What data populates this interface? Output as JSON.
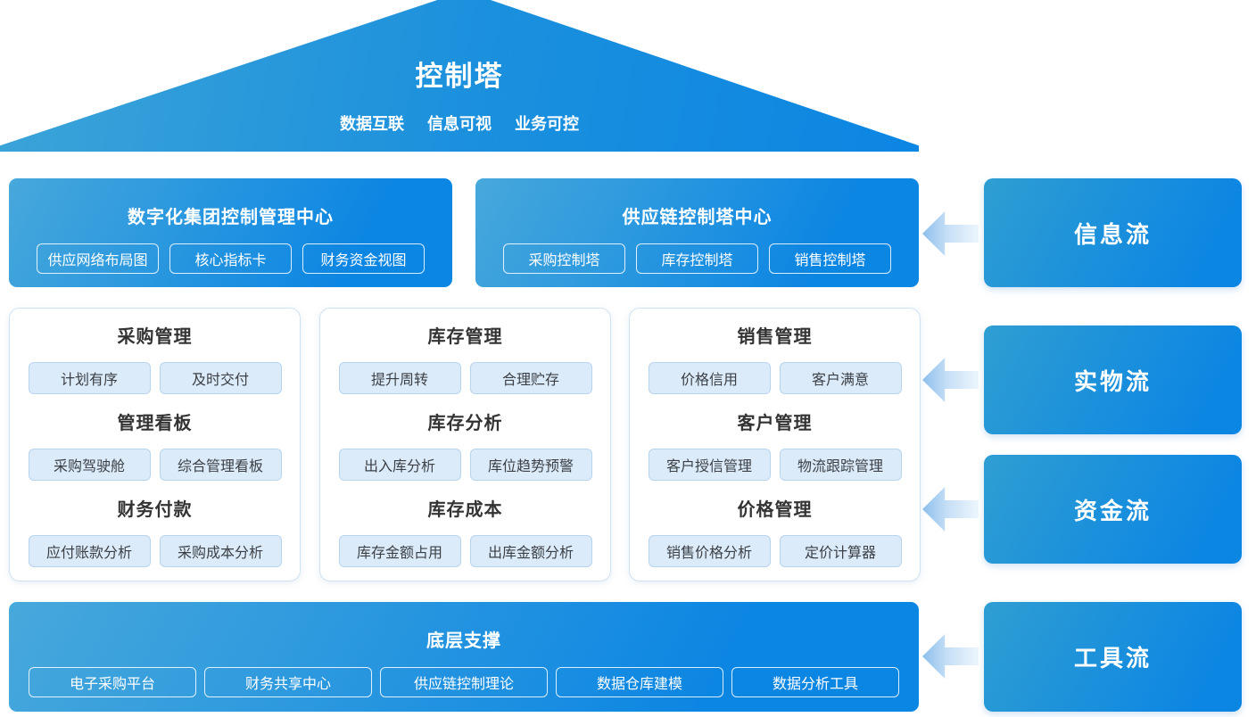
{
  "roof": {
    "title": "控制塔",
    "subtitle_items": [
      "数据互联",
      "信息可视",
      "业务可控"
    ]
  },
  "control_centers": [
    {
      "title": "数字化集团控制管理中心",
      "buttons": [
        "供应网络布局图",
        "核心指标卡",
        "财务资金视图"
      ]
    },
    {
      "title": "供应链控制塔中心",
      "buttons": [
        "采购控制塔",
        "库存控制塔",
        "销售控制塔"
      ]
    }
  ],
  "management_cards": [
    {
      "sections": [
        {
          "title": "采购管理",
          "items": [
            "计划有序",
            "及时交付"
          ]
        },
        {
          "title": "管理看板",
          "items": [
            "采购驾驶舱",
            "综合管理看板"
          ]
        },
        {
          "title": "财务付款",
          "items": [
            "应付账款分析",
            "采购成本分析"
          ]
        }
      ]
    },
    {
      "sections": [
        {
          "title": "库存管理",
          "items": [
            "提升周转",
            "合理贮存"
          ]
        },
        {
          "title": "库存分析",
          "items": [
            "出入库分析",
            "库位趋势预警"
          ]
        },
        {
          "title": "库存成本",
          "items": [
            "库存金额占用",
            "出库金额分析"
          ]
        }
      ]
    },
    {
      "sections": [
        {
          "title": "销售管理",
          "items": [
            "价格信用",
            "客户满意"
          ]
        },
        {
          "title": "客户管理",
          "items": [
            "客户授信管理",
            "物流跟踪管理"
          ]
        },
        {
          "title": "价格管理",
          "items": [
            "销售价格分析",
            "定价计算器"
          ]
        }
      ]
    }
  ],
  "foundation": {
    "title": "底层支撑",
    "buttons": [
      "电子采购平台",
      "财务共享中心",
      "供应链控制理论",
      "数据仓库建模",
      "数据分析工具"
    ]
  },
  "flows": [
    {
      "label": "信息流"
    },
    {
      "label": "实物流"
    },
    {
      "label": "资金流"
    },
    {
      "label": "工具流"
    }
  ],
  "colors": {
    "gradient_from": "#47a8db",
    "gradient_to": "#0c86e3",
    "flow_from": "#2f9ed2",
    "pill_bg": "#dcebf9",
    "pill_border": "#b7d4ef",
    "card_border": "#cfe2f4",
    "section_text": "#333333"
  }
}
